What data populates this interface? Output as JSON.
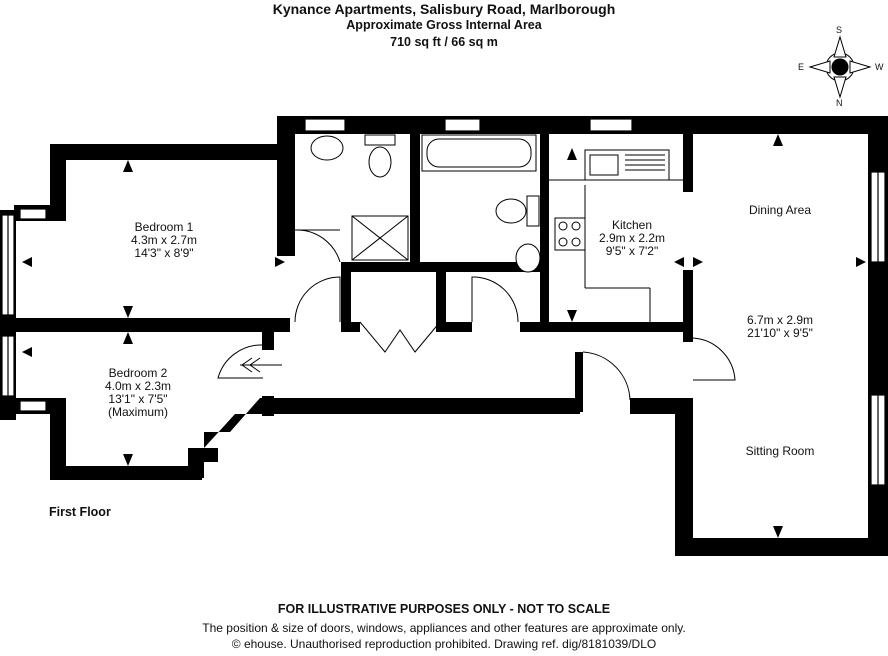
{
  "header": {
    "title": "Kynance Apartments, Salisbury Road, Marlborough",
    "subtitle": "Approximate Gross Internal Area",
    "area": "710 sq ft / 66 sq m"
  },
  "compass": {
    "n": "N",
    "s": "S",
    "e": "E",
    "w": "W"
  },
  "rooms": {
    "bedroom1": {
      "name": "Bedroom 1",
      "metric": "4.3m x 2.7m",
      "imperial": "14'3\" x 8'9\""
    },
    "bedroom2": {
      "name": "Bedroom 2",
      "metric": "4.0m x 2.3m",
      "imperial": "13'1\" x 7'5\"",
      "note": "(Maximum)"
    },
    "kitchen": {
      "name": "Kitchen",
      "metric": "2.9m x 2.2m",
      "imperial": "9'5\" x 7'2\""
    },
    "dining": {
      "name": "Dining Area"
    },
    "living": {
      "metric": "6.7m x 2.9m",
      "imperial": "21'10\" x 9'5\""
    },
    "sitting": {
      "name": "Sitting Room"
    }
  },
  "floor_label": "First Floor",
  "footer": {
    "disclaimer": "FOR ILLUSTRATIVE PURPOSES ONLY - NOT TO SCALE",
    "note": "The position & size of doors, windows, appliances and other features are approximate only.",
    "copyright": "© ehouse. Unauthorised reproduction prohibited. Drawing ref. dig/8181039/DLO"
  }
}
